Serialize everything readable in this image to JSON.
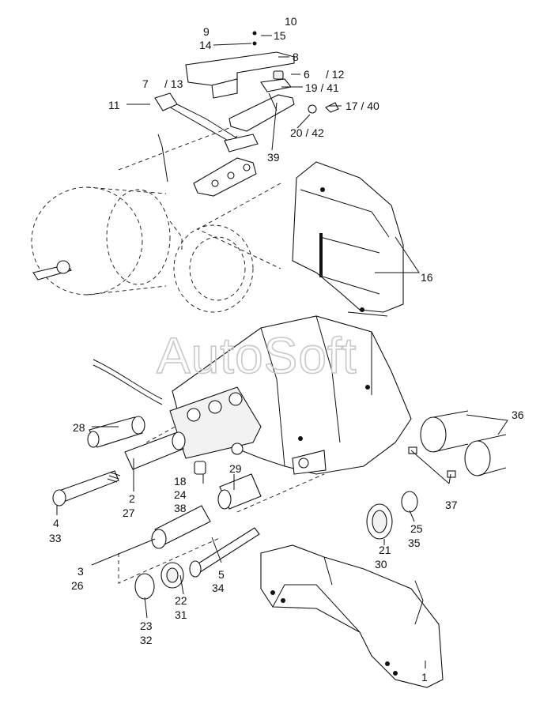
{
  "watermark": "AutoSoft",
  "callouts": {
    "c1": "1",
    "c2": "2",
    "c27": "27",
    "c3": "3",
    "c26": "26",
    "c4": "4",
    "c33": "33",
    "c5": "5",
    "c34": "34",
    "c6": "6",
    "c12": "/ 12",
    "c7": "7",
    "c13": "/ 13",
    "c8": "8",
    "c9": "9",
    "c14": "14",
    "c10": "10",
    "c15": "15",
    "c11": "11",
    "c16": "16",
    "c17_40": "17 / 40",
    "c18": "18",
    "c24": "24",
    "c38": "38",
    "c19_41": "19 / 41",
    "c20_42": "20 / 42",
    "c21": "21",
    "c30": "30",
    "c22": "22",
    "c31": "31",
    "c23": "23",
    "c32": "32",
    "c25": "25",
    "c35": "35",
    "c28": "28",
    "c29": "29",
    "c36": "36",
    "c37": "37",
    "c39": "39"
  }
}
